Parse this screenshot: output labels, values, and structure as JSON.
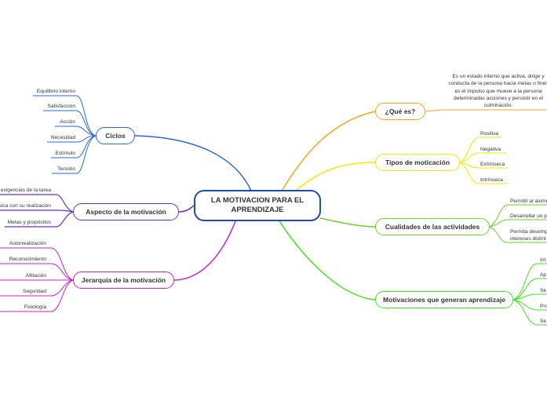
{
  "central": {
    "title_line1": "LA MOTIVACION PARA EL",
    "title_line2": "APRENDIZAJE"
  },
  "branches": {
    "que_es": {
      "label": "¿Qué es?",
      "color": "#f7a41d",
      "definition": [
        "Es un estado interno que activa, dirige y",
        "conducta de la persona hacia metas o fines",
        "es el impulso que mueve a la persona",
        "determinadas acciones y persistir en el",
        "culminación."
      ]
    },
    "tipos": {
      "label": "Tipos de moticación",
      "color": "#f2ea00",
      "items": [
        "Positiva",
        "Negativa",
        "Extrínseca",
        "Intrínseca"
      ]
    },
    "cualidades": {
      "label": "Cualidades de las actividades",
      "color": "#6bd12e",
      "items": [
        "Permitir al alumn",
        "Desarrollar un p",
        "Permita desemp",
        "intereses distint"
      ]
    },
    "motivaciones": {
      "label": "Motivaciones que generan aprendizaje",
      "color": "#3ee51b",
      "items": [
        "Int",
        "Ap",
        "Se",
        "Pro",
        "Se"
      ]
    },
    "ciclos": {
      "label": "Ciclos",
      "color": "#2a66dd",
      "items": [
        "Equilibrio interno",
        "Satisfaccion",
        "Acción",
        "Necesidad",
        "Estímulo",
        "Tensión"
      ]
    },
    "aspecto": {
      "label": "Aspecto de la motivación",
      "color": "#6a2fc9",
      "items": [
        "o exigencias de la tarea",
        "ísica con su realización",
        "Metas y propósitos"
      ]
    },
    "jerarquia": {
      "label": "Jerarquía de la motivación",
      "color": "#d41cc7",
      "items": [
        "Autorrealización",
        "Reconocimiento",
        "Afiliación",
        "Seguridad",
        "Fisiología"
      ]
    }
  }
}
